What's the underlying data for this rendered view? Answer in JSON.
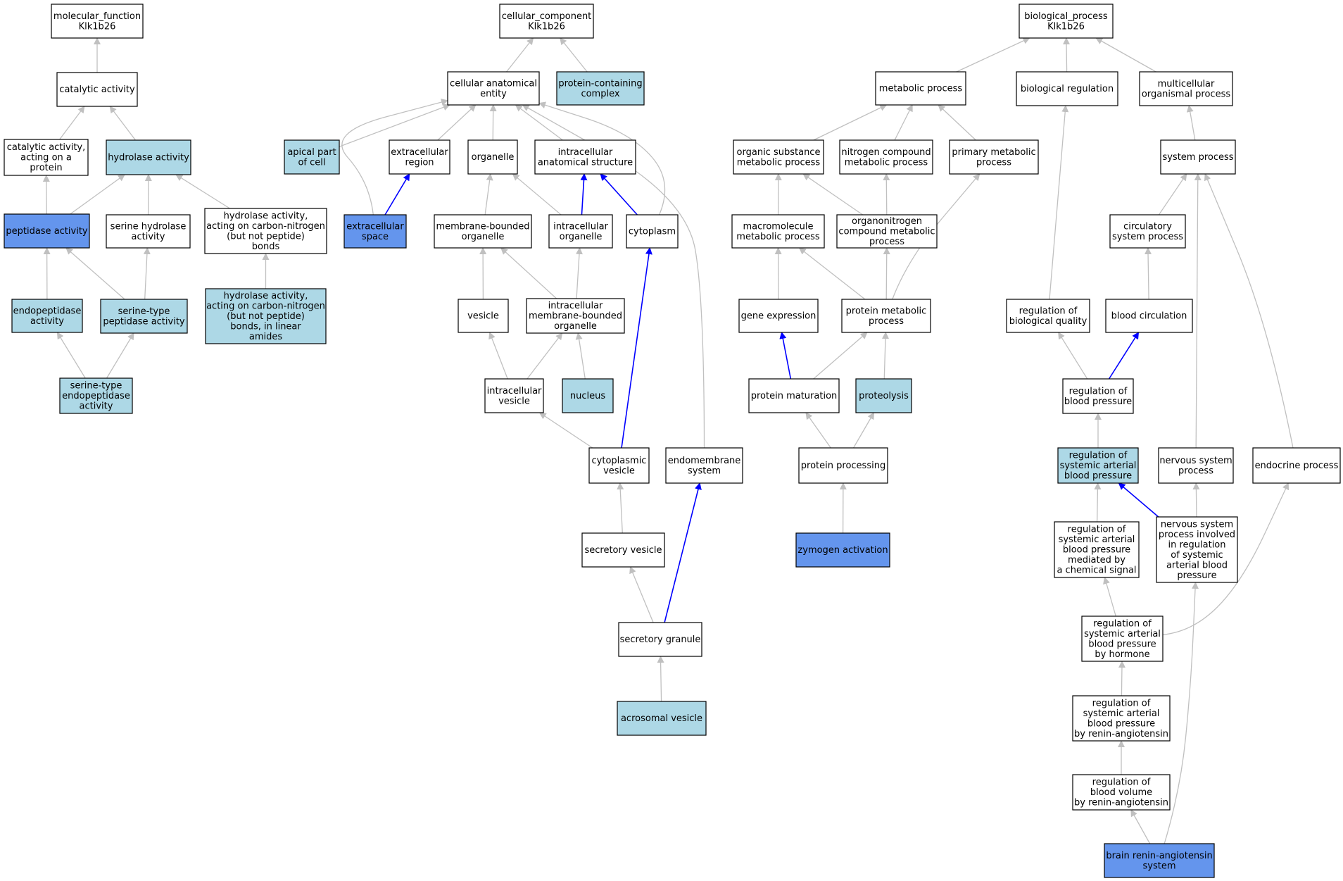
{
  "colors": {
    "plain": "#ffffff",
    "light": "#add8e6",
    "dark": "#6495ed",
    "edge_gray": "#c0c0c0",
    "edge_blue": "#0000ff"
  },
  "nodes": [
    {
      "id": "mf",
      "lines": [
        "molecular_function",
        "Klk1b26"
      ],
      "fill": "plain"
    },
    {
      "id": "cat",
      "lines": [
        "catalytic activity"
      ],
      "fill": "plain"
    },
    {
      "id": "catprot",
      "lines": [
        "catalytic activity,",
        "acting on a",
        "protein"
      ],
      "fill": "plain"
    },
    {
      "id": "hyd",
      "lines": [
        "hydrolase activity"
      ],
      "fill": "light"
    },
    {
      "id": "pep",
      "lines": [
        "peptidase activity"
      ],
      "fill": "dark"
    },
    {
      "id": "serhyd",
      "lines": [
        "serine hydrolase",
        "activity"
      ],
      "fill": "plain"
    },
    {
      "id": "hydcn",
      "lines": [
        "hydrolase activity,",
        "acting on carbon-nitrogen",
        "(but not peptide)",
        "bonds"
      ],
      "fill": "plain"
    },
    {
      "id": "endo",
      "lines": [
        "endopeptidase",
        "activity"
      ],
      "fill": "light"
    },
    {
      "id": "serpep",
      "lines": [
        "serine-type",
        "peptidase activity"
      ],
      "fill": "light"
    },
    {
      "id": "hydcnlin",
      "lines": [
        "hydrolase activity,",
        "acting on carbon-nitrogen",
        "(but not peptide)",
        "bonds, in linear",
        "amides"
      ],
      "fill": "light"
    },
    {
      "id": "serendo",
      "lines": [
        "serine-type",
        "endopeptidase",
        "activity"
      ],
      "fill": "light"
    },
    {
      "id": "cc",
      "lines": [
        "cellular_component",
        "Klk1b26"
      ],
      "fill": "plain"
    },
    {
      "id": "cae",
      "lines": [
        "cellular anatomical",
        "entity"
      ],
      "fill": "plain"
    },
    {
      "id": "pcc",
      "lines": [
        "protein-containing",
        "complex"
      ],
      "fill": "light"
    },
    {
      "id": "apical",
      "lines": [
        "apical part",
        "of cell"
      ],
      "fill": "light"
    },
    {
      "id": "extreg",
      "lines": [
        "extracellular",
        "region"
      ],
      "fill": "plain"
    },
    {
      "id": "organelle",
      "lines": [
        "organelle"
      ],
      "fill": "plain"
    },
    {
      "id": "ias",
      "lines": [
        "intracellular",
        "anatomical structure"
      ],
      "fill": "plain"
    },
    {
      "id": "extspace",
      "lines": [
        "extracellular",
        "space"
      ],
      "fill": "dark"
    },
    {
      "id": "mbo",
      "lines": [
        "membrane-bounded",
        "organelle"
      ],
      "fill": "plain"
    },
    {
      "id": "intorg",
      "lines": [
        "intracellular",
        "organelle"
      ],
      "fill": "plain"
    },
    {
      "id": "cytoplasm",
      "lines": [
        "cytoplasm"
      ],
      "fill": "plain"
    },
    {
      "id": "vesicle",
      "lines": [
        "vesicle"
      ],
      "fill": "plain"
    },
    {
      "id": "imbo",
      "lines": [
        "intracellular",
        "membrane-bounded",
        "organelle"
      ],
      "fill": "plain"
    },
    {
      "id": "intves",
      "lines": [
        "intracellular",
        "vesicle"
      ],
      "fill": "plain"
    },
    {
      "id": "nucleus",
      "lines": [
        "nucleus"
      ],
      "fill": "light"
    },
    {
      "id": "cytves",
      "lines": [
        "cytoplasmic",
        "vesicle"
      ],
      "fill": "plain"
    },
    {
      "id": "endomem",
      "lines": [
        "endomembrane",
        "system"
      ],
      "fill": "plain"
    },
    {
      "id": "secves",
      "lines": [
        "secretory vesicle"
      ],
      "fill": "plain"
    },
    {
      "id": "secgran",
      "lines": [
        "secretory granule"
      ],
      "fill": "plain"
    },
    {
      "id": "acro",
      "lines": [
        "acrosomal vesicle"
      ],
      "fill": "light"
    },
    {
      "id": "bp",
      "lines": [
        "biological_process",
        "Klk1b26"
      ],
      "fill": "plain"
    },
    {
      "id": "metab",
      "lines": [
        "metabolic process"
      ],
      "fill": "plain"
    },
    {
      "id": "bioreg",
      "lines": [
        "biological regulation"
      ],
      "fill": "plain"
    },
    {
      "id": "multi",
      "lines": [
        "multicellular",
        "organismal process"
      ],
      "fill": "plain"
    },
    {
      "id": "osmp",
      "lines": [
        "organic substance",
        "metabolic process"
      ],
      "fill": "plain"
    },
    {
      "id": "ncmp",
      "lines": [
        "nitrogen compound",
        "metabolic process"
      ],
      "fill": "plain"
    },
    {
      "id": "pmp",
      "lines": [
        "primary metabolic",
        "process"
      ],
      "fill": "plain"
    },
    {
      "id": "sysproc",
      "lines": [
        "system process"
      ],
      "fill": "plain"
    },
    {
      "id": "macro",
      "lines": [
        "macromolecule",
        "metabolic process"
      ],
      "fill": "plain"
    },
    {
      "id": "orgnit",
      "lines": [
        "organonitrogen",
        "compound metabolic",
        "process"
      ],
      "fill": "plain"
    },
    {
      "id": "circ",
      "lines": [
        "circulatory",
        "system process"
      ],
      "fill": "plain"
    },
    {
      "id": "geneexp",
      "lines": [
        "gene expression"
      ],
      "fill": "plain"
    },
    {
      "id": "protmet",
      "lines": [
        "protein metabolic",
        "process"
      ],
      "fill": "plain"
    },
    {
      "id": "regbq",
      "lines": [
        "regulation of",
        "biological quality"
      ],
      "fill": "plain"
    },
    {
      "id": "bloodcirc",
      "lines": [
        "blood circulation"
      ],
      "fill": "plain"
    },
    {
      "id": "protmat",
      "lines": [
        "protein maturation"
      ],
      "fill": "plain"
    },
    {
      "id": "proteol",
      "lines": [
        "proteolysis"
      ],
      "fill": "light"
    },
    {
      "id": "regbp",
      "lines": [
        "regulation of",
        "blood pressure"
      ],
      "fill": "plain"
    },
    {
      "id": "protproc",
      "lines": [
        "protein processing"
      ],
      "fill": "plain"
    },
    {
      "id": "regsabp",
      "lines": [
        "regulation of",
        "systemic arterial",
        "blood pressure"
      ],
      "fill": "light"
    },
    {
      "id": "nsp",
      "lines": [
        "nervous system",
        "process"
      ],
      "fill": "plain"
    },
    {
      "id": "endocrine",
      "lines": [
        "endocrine process"
      ],
      "fill": "plain"
    },
    {
      "id": "zymo",
      "lines": [
        "zymogen activation"
      ],
      "fill": "dark"
    },
    {
      "id": "regchem",
      "lines": [
        "regulation of",
        "systemic arterial",
        "blood pressure",
        "mediated by",
        "a chemical signal"
      ],
      "fill": "plain"
    },
    {
      "id": "nspreg",
      "lines": [
        "nervous system",
        "process involved",
        "in regulation",
        "of systemic",
        "arterial blood",
        "pressure"
      ],
      "fill": "plain"
    },
    {
      "id": "reghorm",
      "lines": [
        "regulation of",
        "systemic arterial",
        "blood pressure",
        "by hormone"
      ],
      "fill": "plain"
    },
    {
      "id": "regrenin",
      "lines": [
        "regulation of",
        "systemic arterial",
        "blood pressure",
        "by renin-angiotensin"
      ],
      "fill": "plain"
    },
    {
      "id": "regbv",
      "lines": [
        "regulation of",
        "blood volume",
        "by renin-angiotensin"
      ],
      "fill": "plain"
    },
    {
      "id": "brain",
      "lines": [
        "brain renin-angiotensin",
        "system"
      ],
      "fill": "dark"
    }
  ],
  "edges": [
    {
      "from": "cat",
      "to": "mf",
      "color": "gray"
    },
    {
      "from": "catprot",
      "to": "cat",
      "color": "gray"
    },
    {
      "from": "hyd",
      "to": "cat",
      "color": "gray"
    },
    {
      "from": "pep",
      "to": "catprot",
      "color": "gray"
    },
    {
      "from": "pep",
      "to": "hyd",
      "color": "gray"
    },
    {
      "from": "serhyd",
      "to": "hyd",
      "color": "gray"
    },
    {
      "from": "hydcn",
      "to": "hyd",
      "color": "gray"
    },
    {
      "from": "endo",
      "to": "pep",
      "color": "gray"
    },
    {
      "from": "serpep",
      "to": "pep",
      "color": "gray"
    },
    {
      "from": "serpep",
      "to": "serhyd",
      "color": "gray"
    },
    {
      "from": "hydcnlin",
      "to": "hydcn",
      "color": "gray"
    },
    {
      "from": "serendo",
      "to": "endo",
      "color": "gray"
    },
    {
      "from": "serendo",
      "to": "serpep",
      "color": "gray"
    },
    {
      "from": "cae",
      "to": "cc",
      "color": "gray"
    },
    {
      "from": "pcc",
      "to": "cc",
      "color": "gray"
    },
    {
      "from": "apical",
      "to": "cae",
      "color": "gray"
    },
    {
      "from": "extreg",
      "to": "cae",
      "color": "gray"
    },
    {
      "from": "organelle",
      "to": "cae",
      "color": "gray"
    },
    {
      "from": "ias",
      "to": "cae",
      "color": "gray"
    },
    {
      "from": "extspace",
      "to": "cae",
      "color": "gray",
      "via": [
        [
          -8,
          -70
        ],
        [
          -70,
          -140
        ]
      ]
    },
    {
      "from": "extspace",
      "to": "extreg",
      "color": "blue"
    },
    {
      "from": "cytoplasm",
      "to": "cae",
      "color": "gray",
      "via": [
        [
          30,
          -70
        ],
        [
          -30,
          -140
        ]
      ]
    },
    {
      "from": "endomem",
      "to": "cae",
      "color": "gray",
      "via": [
        [
          0,
          -230
        ],
        [
          -25,
          -380
        ]
      ]
    },
    {
      "from": "mbo",
      "to": "organelle",
      "color": "gray"
    },
    {
      "from": "intorg",
      "to": "organelle",
      "color": "gray"
    },
    {
      "from": "intorg",
      "to": "ias",
      "color": "blue"
    },
    {
      "from": "cytoplasm",
      "to": "ias",
      "color": "blue"
    },
    {
      "from": "vesicle",
      "to": "mbo",
      "color": "gray"
    },
    {
      "from": "imbo",
      "to": "mbo",
      "color": "gray"
    },
    {
      "from": "imbo",
      "to": "intorg",
      "color": "gray"
    },
    {
      "from": "intves",
      "to": "vesicle",
      "color": "gray"
    },
    {
      "from": "intves",
      "to": "imbo",
      "color": "gray"
    },
    {
      "from": "nucleus",
      "to": "imbo",
      "color": "gray"
    },
    {
      "from": "cytves",
      "to": "intves",
      "color": "gray"
    },
    {
      "from": "cytves",
      "to": "cytoplasm",
      "color": "blue"
    },
    {
      "from": "secves",
      "to": "cytves",
      "color": "gray"
    },
    {
      "from": "secgran",
      "to": "secves",
      "color": "gray"
    },
    {
      "from": "secgran",
      "to": "endomem",
      "color": "blue"
    },
    {
      "from": "acro",
      "to": "secgran",
      "color": "gray"
    },
    {
      "from": "metab",
      "to": "bp",
      "color": "gray"
    },
    {
      "from": "bioreg",
      "to": "bp",
      "color": "gray"
    },
    {
      "from": "multi",
      "to": "bp",
      "color": "gray"
    },
    {
      "from": "osmp",
      "to": "metab",
      "color": "gray"
    },
    {
      "from": "ncmp",
      "to": "metab",
      "color": "gray"
    },
    {
      "from": "pmp",
      "to": "metab",
      "color": "gray"
    },
    {
      "from": "sysproc",
      "to": "multi",
      "color": "gray"
    },
    {
      "from": "macro",
      "to": "osmp",
      "color": "gray"
    },
    {
      "from": "orgnit",
      "to": "osmp",
      "color": "gray"
    },
    {
      "from": "orgnit",
      "to": "ncmp",
      "color": "gray"
    },
    {
      "from": "circ",
      "to": "sysproc",
      "color": "gray"
    },
    {
      "from": "geneexp",
      "to": "macro",
      "color": "gray"
    },
    {
      "from": "protmet",
      "to": "macro",
      "color": "gray"
    },
    {
      "from": "protmet",
      "to": "orgnit",
      "color": "gray"
    },
    {
      "from": "protmet",
      "to": "pmp",
      "color": "gray",
      "via": [
        [
          30,
          -80
        ]
      ]
    },
    {
      "from": "regbq",
      "to": "bioreg",
      "color": "gray"
    },
    {
      "from": "bloodcirc",
      "to": "circ",
      "color": "gray"
    },
    {
      "from": "protmat",
      "to": "geneexp",
      "color": "blue"
    },
    {
      "from": "protmat",
      "to": "protmet",
      "color": "gray"
    },
    {
      "from": "proteol",
      "to": "protmet",
      "color": "gray"
    },
    {
      "from": "regbp",
      "to": "regbq",
      "color": "gray"
    },
    {
      "from": "regbp",
      "to": "bloodcirc",
      "color": "blue"
    },
    {
      "from": "protproc",
      "to": "protmat",
      "color": "gray"
    },
    {
      "from": "protproc",
      "to": "proteol",
      "color": "gray"
    },
    {
      "from": "regsabp",
      "to": "regbp",
      "color": "gray"
    },
    {
      "from": "nsp",
      "to": "sysproc",
      "color": "gray"
    },
    {
      "from": "endocrine",
      "to": "sysproc",
      "color": "gray",
      "via": [
        [
          -40,
          -200
        ]
      ]
    },
    {
      "from": "zymo",
      "to": "protproc",
      "color": "gray"
    },
    {
      "from": "regchem",
      "to": "regsabp",
      "color": "gray"
    },
    {
      "from": "nspreg",
      "to": "regsabp",
      "color": "blue"
    },
    {
      "from": "nspreg",
      "to": "nsp",
      "color": "gray"
    },
    {
      "from": "reghorm",
      "to": "regchem",
      "color": "gray"
    },
    {
      "from": "reghorm",
      "to": "endocrine",
      "color": "gray",
      "via": [
        [
          100,
          -10
        ],
        [
          170,
          -80
        ]
      ]
    },
    {
      "from": "regrenin",
      "to": "reghorm",
      "color": "gray"
    },
    {
      "from": "regbv",
      "to": "regrenin",
      "color": "gray"
    },
    {
      "from": "brain",
      "to": "regbv",
      "color": "gray"
    },
    {
      "from": "brain",
      "to": "nspreg",
      "color": "gray",
      "via": [
        [
          30,
          -100
        ],
        [
          45,
          -250
        ]
      ]
    }
  ]
}
